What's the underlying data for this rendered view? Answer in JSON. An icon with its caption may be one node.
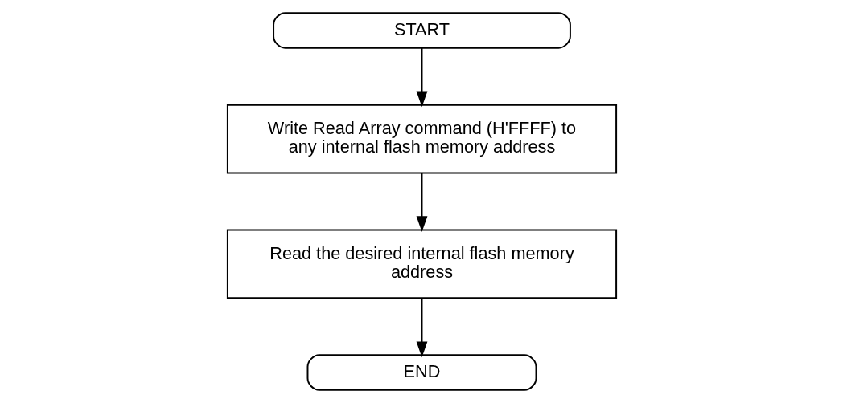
{
  "diagram": {
    "nodes": [
      {
        "text": [
          "START"
        ]
      },
      {
        "text": [
          "Write Read Array command (H'FFFF) to any internal flash memory address"
        ]
      },
      {
        "text": [
          "Read the desired internal flash memory address"
        ]
      },
      {
        "text": [
          "END"
        ]
      }
    ],
    "edges": [
      {
        "from": 0,
        "to": 1,
        "arrow": "to"
      },
      {
        "from": 1,
        "to": 2,
        "arrow": "to"
      },
      {
        "from": 2,
        "to": 3,
        "arrow": "to"
      }
    ]
  }
}
